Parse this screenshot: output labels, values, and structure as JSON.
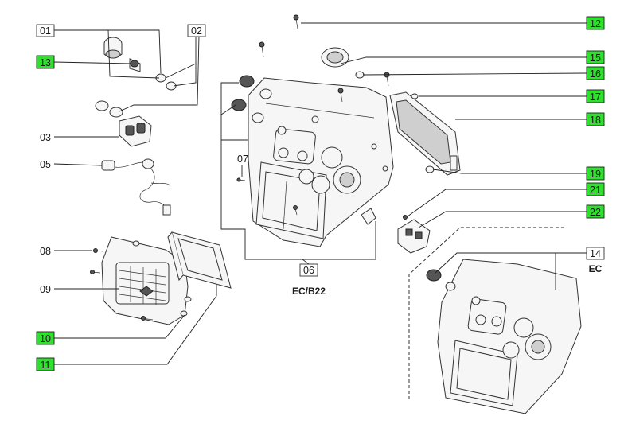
{
  "colors": {
    "highlight": "#2fe02f",
    "box_border": "#333333",
    "line": "#222222"
  },
  "callouts": [
    {
      "id": "01",
      "text": "01",
      "highlight": false
    },
    {
      "id": "02",
      "text": "02",
      "highlight": false
    },
    {
      "id": "03",
      "text": "03",
      "highlight": false
    },
    {
      "id": "05",
      "text": "05",
      "highlight": false
    },
    {
      "id": "06",
      "text": "06",
      "highlight": false
    },
    {
      "id": "07",
      "text": "07",
      "highlight": false
    },
    {
      "id": "08",
      "text": "08",
      "highlight": false
    },
    {
      "id": "09",
      "text": "09",
      "highlight": false
    },
    {
      "id": "10",
      "text": "10",
      "highlight": true
    },
    {
      "id": "11",
      "text": "11",
      "highlight": true
    },
    {
      "id": "12",
      "text": "12",
      "highlight": true
    },
    {
      "id": "13",
      "text": "13",
      "highlight": true
    },
    {
      "id": "14",
      "text": "14",
      "highlight": false
    },
    {
      "id": "15",
      "text": "15",
      "highlight": true
    },
    {
      "id": "16",
      "text": "16",
      "highlight": true
    },
    {
      "id": "17",
      "text": "17",
      "highlight": true
    },
    {
      "id": "18",
      "text": "18",
      "highlight": true
    },
    {
      "id": "19",
      "text": "19",
      "highlight": true
    },
    {
      "id": "21",
      "text": "21",
      "highlight": true
    },
    {
      "id": "22",
      "text": "22",
      "highlight": true
    }
  ],
  "captions": {
    "main_variant": "EC/B22",
    "alt_variant": "EC"
  }
}
